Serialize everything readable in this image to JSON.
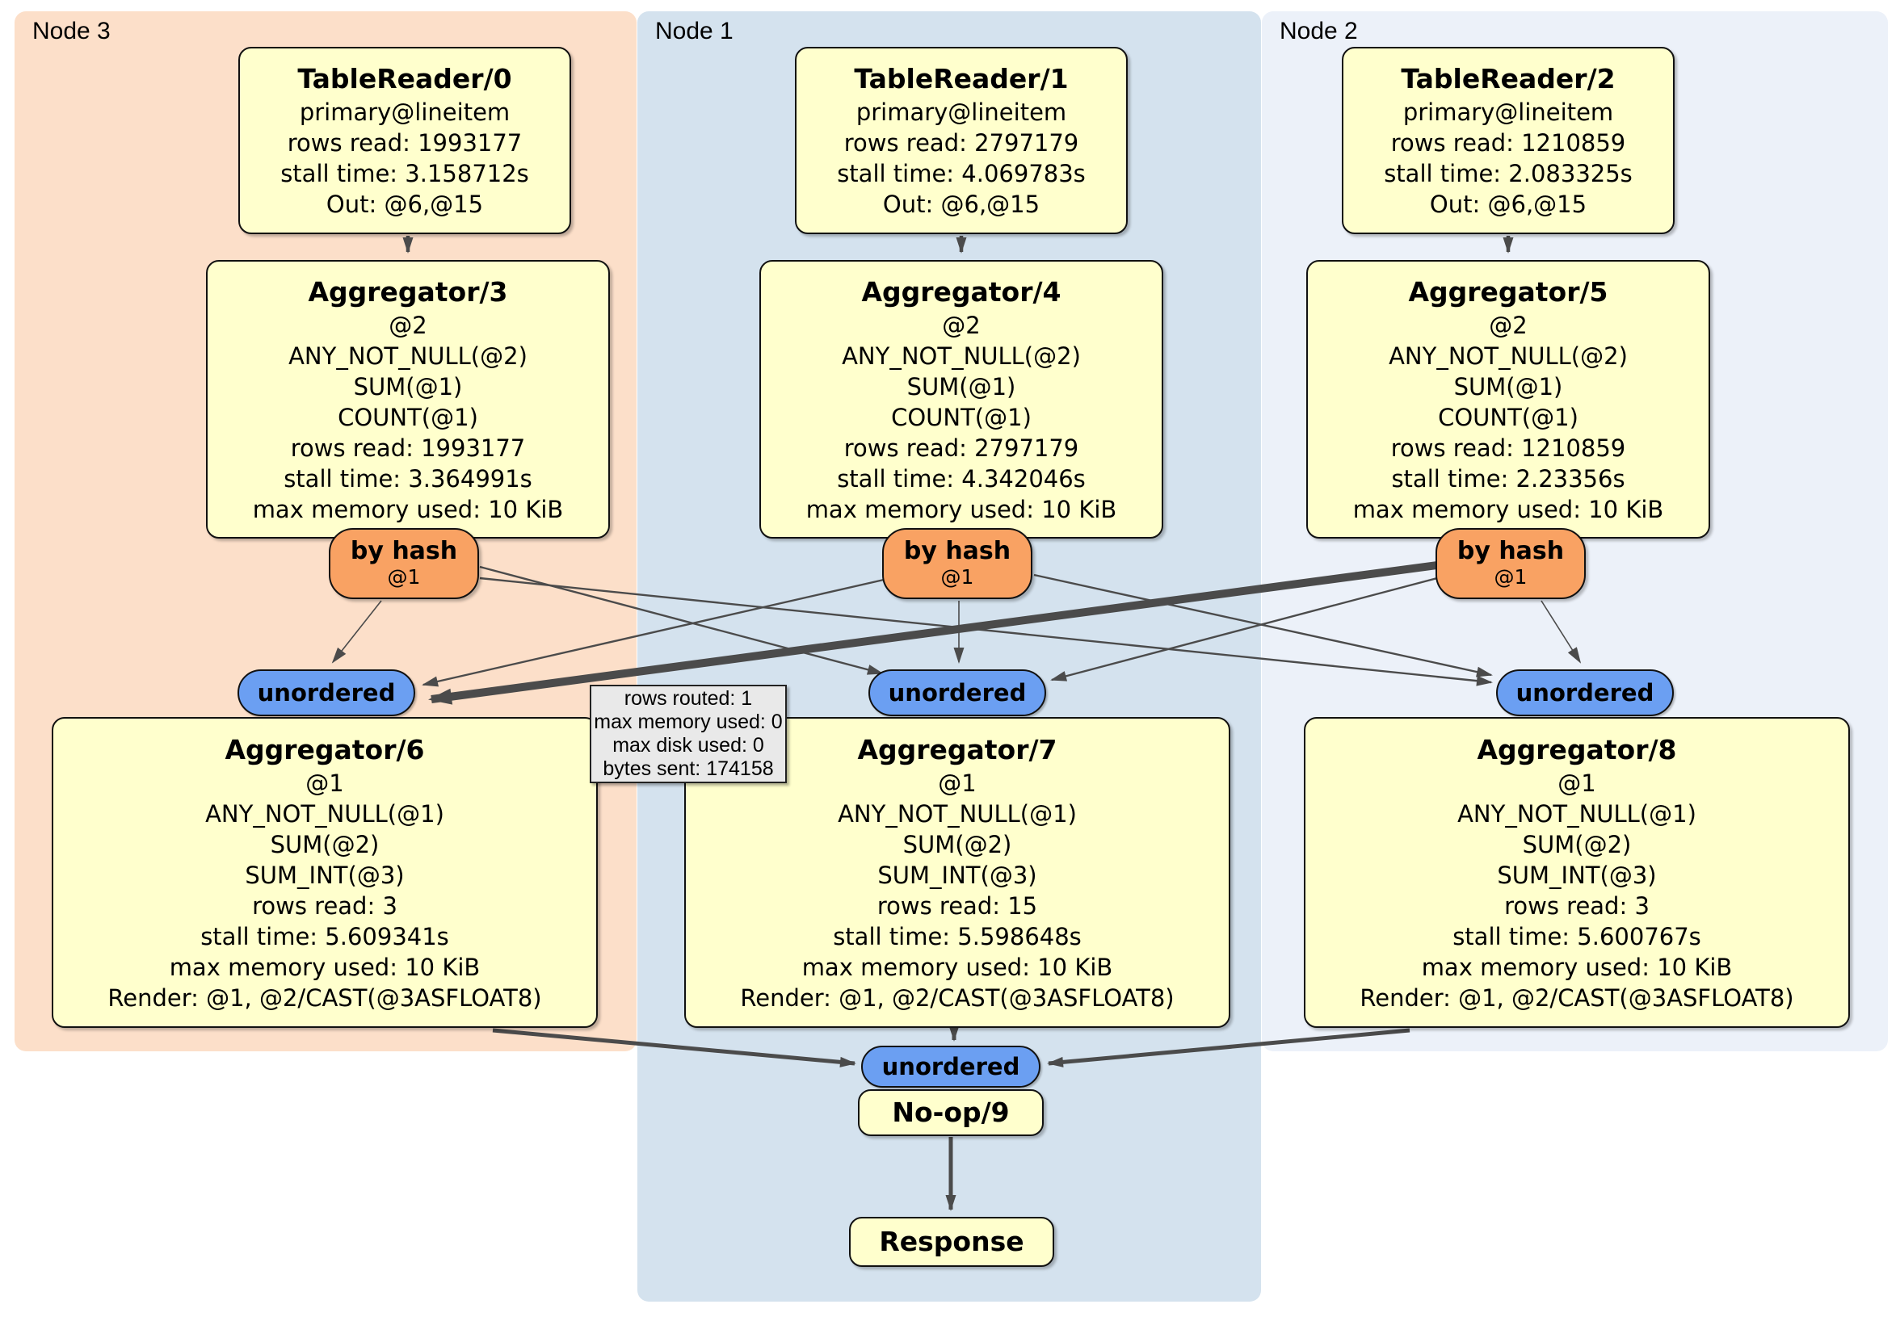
{
  "regions": {
    "node3": {
      "label": "Node 3"
    },
    "node1": {
      "label": "Node 1"
    },
    "node2": {
      "label": "Node 2"
    }
  },
  "processors": {
    "tablereader0": {
      "title": "TableReader/0",
      "lines": [
        "primary@lineitem",
        "rows read: 1993177",
        "stall time: 3.158712s",
        "Out: @6,@15"
      ]
    },
    "tablereader1": {
      "title": "TableReader/1",
      "lines": [
        "primary@lineitem",
        "rows read: 2797179",
        "stall time: 4.069783s",
        "Out: @6,@15"
      ]
    },
    "tablereader2": {
      "title": "TableReader/2",
      "lines": [
        "primary@lineitem",
        "rows read: 1210859",
        "stall time: 2.083325s",
        "Out: @6,@15"
      ]
    },
    "aggregator3": {
      "title": "Aggregator/3",
      "lines": [
        "@2",
        "ANY_NOT_NULL(@2)",
        "SUM(@1)",
        "COUNT(@1)",
        "rows read: 1993177",
        "stall time: 3.364991s",
        "max memory used: 10 KiB"
      ]
    },
    "aggregator4": {
      "title": "Aggregator/4",
      "lines": [
        "@2",
        "ANY_NOT_NULL(@2)",
        "SUM(@1)",
        "COUNT(@1)",
        "rows read: 2797179",
        "stall time: 4.342046s",
        "max memory used: 10 KiB"
      ]
    },
    "aggregator5": {
      "title": "Aggregator/5",
      "lines": [
        "@2",
        "ANY_NOT_NULL(@2)",
        "SUM(@1)",
        "COUNT(@1)",
        "rows read: 1210859",
        "stall time: 2.23356s",
        "max memory used: 10 KiB"
      ]
    },
    "aggregator6": {
      "title": "Aggregator/6",
      "lines": [
        "@1",
        "ANY_NOT_NULL(@1)",
        "SUM(@2)",
        "SUM_INT(@3)",
        "rows read: 3",
        "stall time: 5.609341s",
        "max memory used: 10 KiB",
        "Render: @1, @2/CAST(@3ASFLOAT8)"
      ]
    },
    "aggregator7": {
      "title": "Aggregator/7",
      "lines": [
        "@1",
        "ANY_NOT_NULL(@1)",
        "SUM(@2)",
        "SUM_INT(@3)",
        "rows read: 15",
        "stall time: 5.598648s",
        "max memory used: 10 KiB",
        "Render: @1, @2/CAST(@3ASFLOAT8)"
      ]
    },
    "aggregator8": {
      "title": "Aggregator/8",
      "lines": [
        "@1",
        "ANY_NOT_NULL(@1)",
        "SUM(@2)",
        "SUM_INT(@3)",
        "rows read: 3",
        "stall time: 5.600767s",
        "max memory used: 10 KiB",
        "Render: @1, @2/CAST(@3ASFLOAT8)"
      ]
    },
    "noop9": {
      "title": "No-op/9"
    },
    "response": {
      "title": "Response"
    }
  },
  "routers": {
    "byhash3": {
      "label": "by hash",
      "detail": "@1"
    },
    "byhash4": {
      "label": "by hash",
      "detail": "@1"
    },
    "byhash5": {
      "label": "by hash",
      "detail": "@1"
    }
  },
  "syncs": {
    "unordered6": {
      "label": "unordered"
    },
    "unordered7": {
      "label": "unordered"
    },
    "unordered8": {
      "label": "unordered"
    },
    "unorderedFinal": {
      "label": "unordered"
    }
  },
  "tooltip": {
    "lines": [
      "rows routed: 1",
      "max memory used: 0",
      "max disk used: 0",
      "bytes sent: 174158"
    ]
  },
  "colors": {
    "node3_bg": "#fcdfc9",
    "node1_bg": "#d4e2ee",
    "node2_bg": "#ecf1f9",
    "processor_bg": "#ffffcd",
    "router_bg": "#f9a263",
    "sync_bg": "#6b9ff2",
    "tooltip_bg": "#e9e9e9",
    "edge": "#4b4b4b",
    "border": "#111111"
  }
}
